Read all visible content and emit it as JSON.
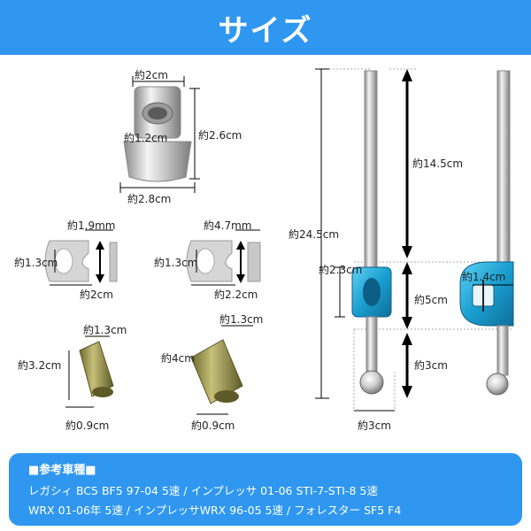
{
  "header": {
    "title": "サイズ"
  },
  "nut": {
    "top": "約2cm",
    "inner": "約1.2cm",
    "height": "約2.6cm",
    "bottom": "約2.8cm"
  },
  "washer_a": {
    "thick": "約1.9mm",
    "inner": "約1.3cm",
    "outer": "約2cm"
  },
  "washer_b": {
    "thick": "約4.7mm",
    "inner": "約1.3cm",
    "outer": "約2.2cm"
  },
  "sleeve_a": {
    "outer": "約1.3cm",
    "length": "約3.2cm",
    "inner": "約0.9cm"
  },
  "sleeve_b": {
    "outer": "約1.3cm",
    "length": "約4cm",
    "inner": "約0.9cm"
  },
  "shifter": {
    "total": "約24.5cm",
    "top": "約14.5cm",
    "collar": "約2.3cm",
    "bore": "約1.4cm",
    "middle": "約5cm",
    "bottom": "約3cm",
    "ball": "約3cm"
  },
  "colors": {
    "accent": "#2f97ef",
    "anodized": "#1a9fd1"
  },
  "footer": {
    "title": "■参考車種■",
    "line1": "レガシィ BC5 BF5 97-04 5速 / インプレッサ 01-06 STI-7-STI-8 5速",
    "line2": "WRX 01-06年 5速 / インプレッサWRX 96-05 5速 / フォレスター SF5 F4"
  }
}
